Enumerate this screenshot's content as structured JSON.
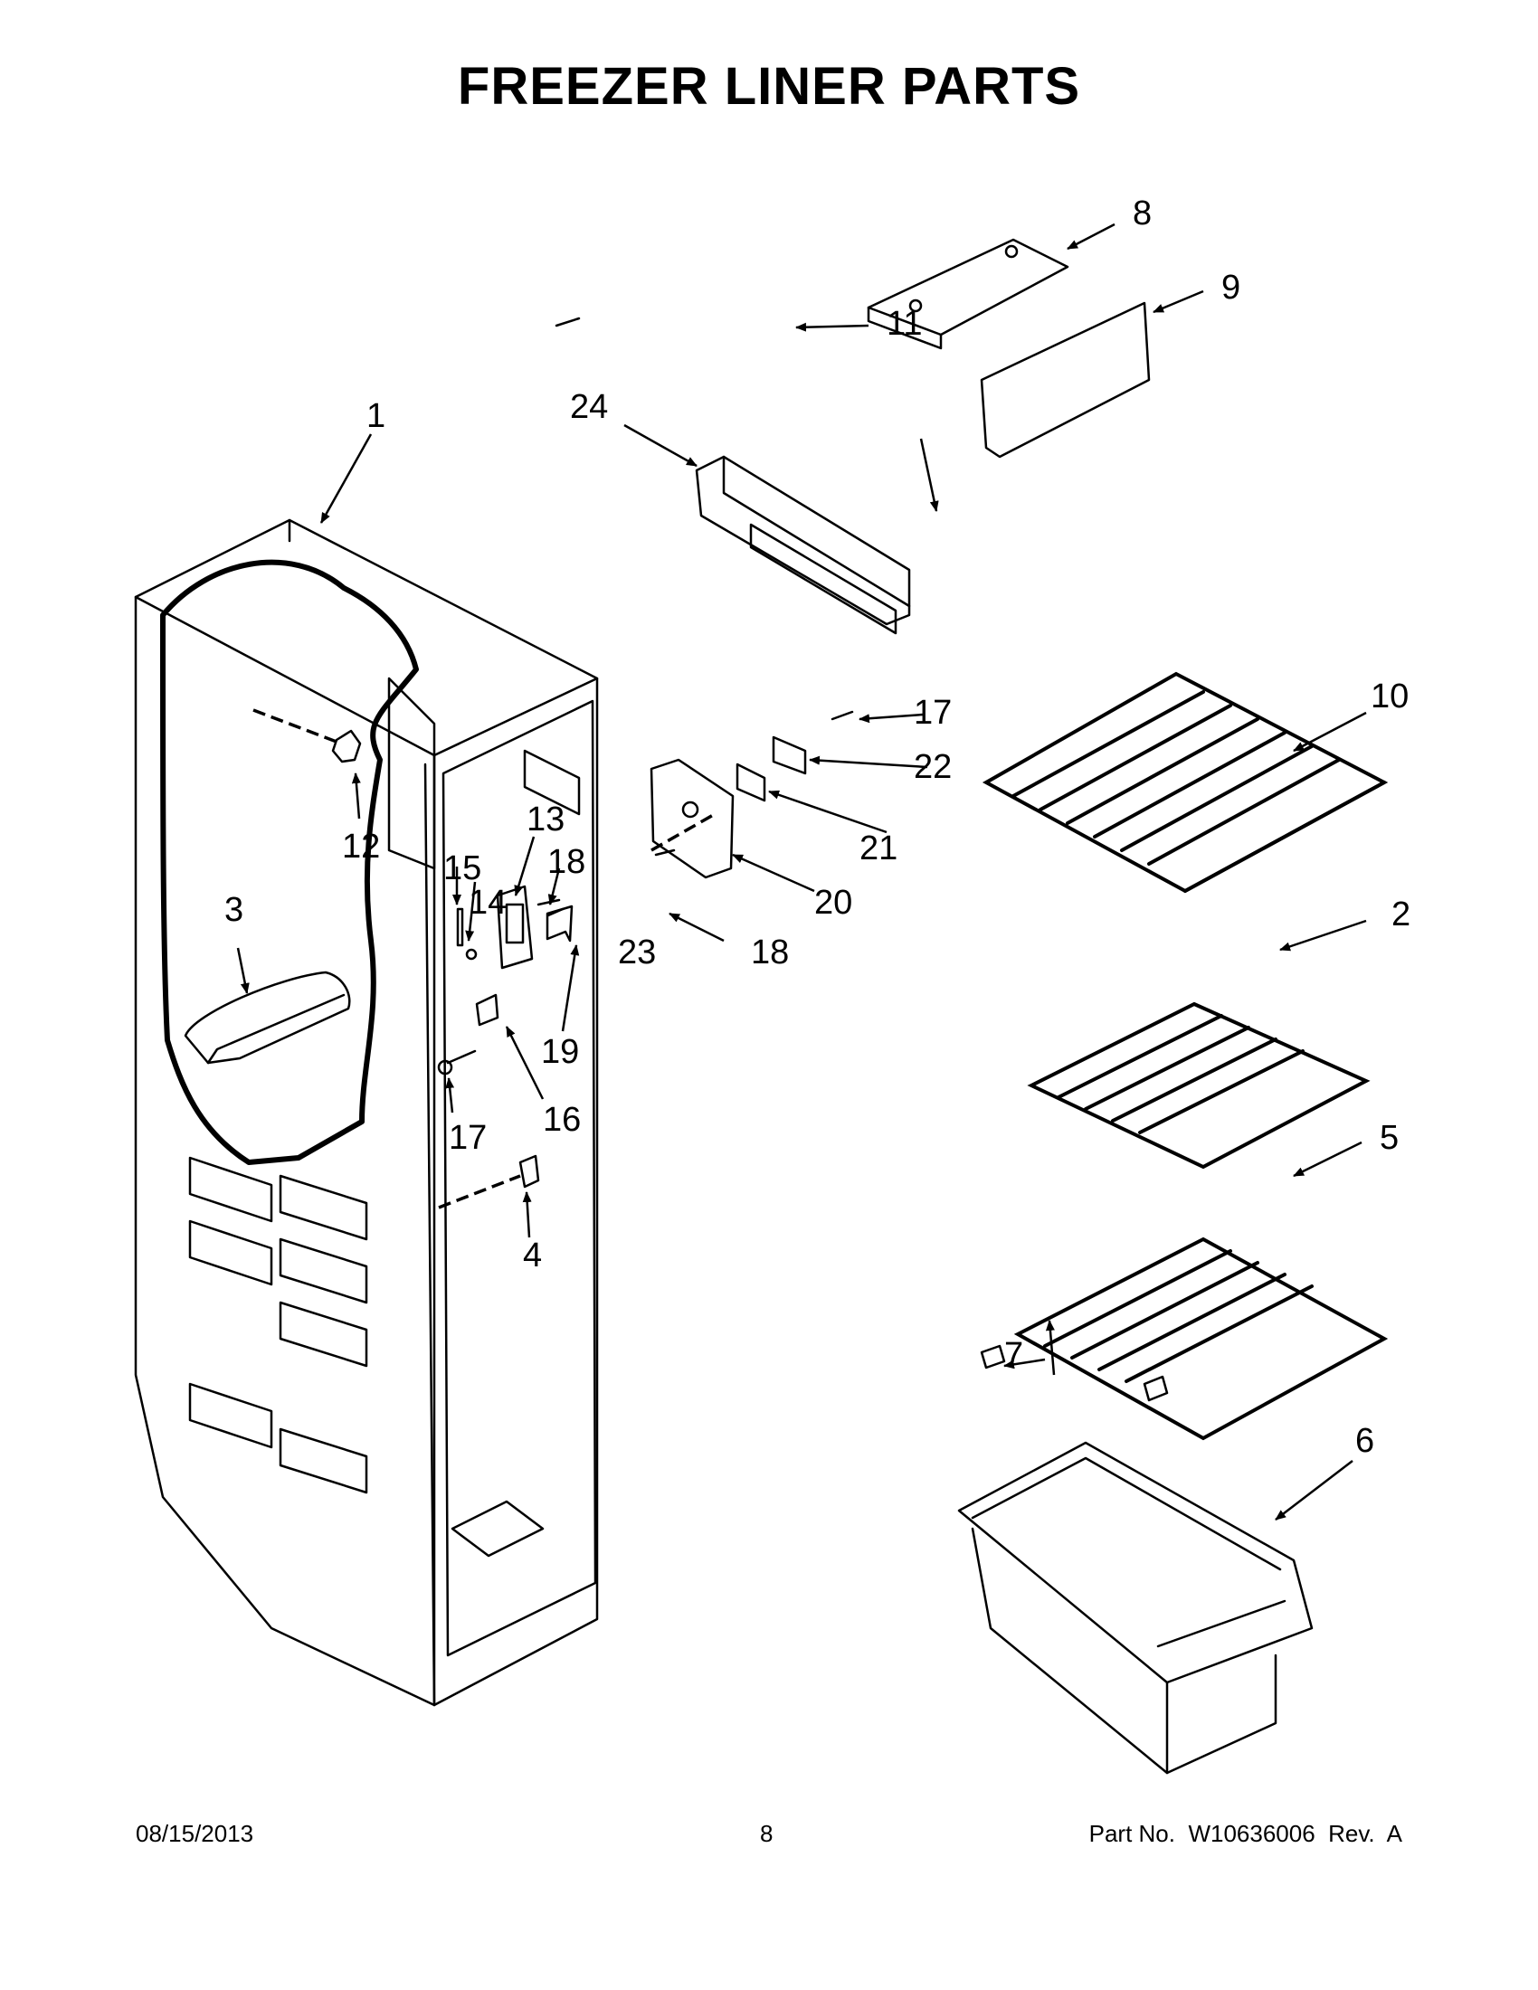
{
  "title": "FREEZER LINER PARTS",
  "callouts": {
    "c1": "1",
    "c2": "2",
    "c3": "3",
    "c4": "4",
    "c5": "5",
    "c6": "6",
    "c7": "7",
    "c8": "8",
    "c9": "9",
    "c10": "10",
    "c11": "11",
    "c12": "12",
    "c13": "13",
    "c14": "14",
    "c15": "15",
    "c16": "16",
    "c17a": "17",
    "c17b": "17",
    "c18a": "18",
    "c18b": "18",
    "c19": "19",
    "c20": "20",
    "c21": "21",
    "c22": "22",
    "c23": "23",
    "c24": "24"
  },
  "footer": {
    "date": "08/15/2013",
    "page": "8",
    "part_no": "Part No.  W10636006  Rev.  A"
  }
}
